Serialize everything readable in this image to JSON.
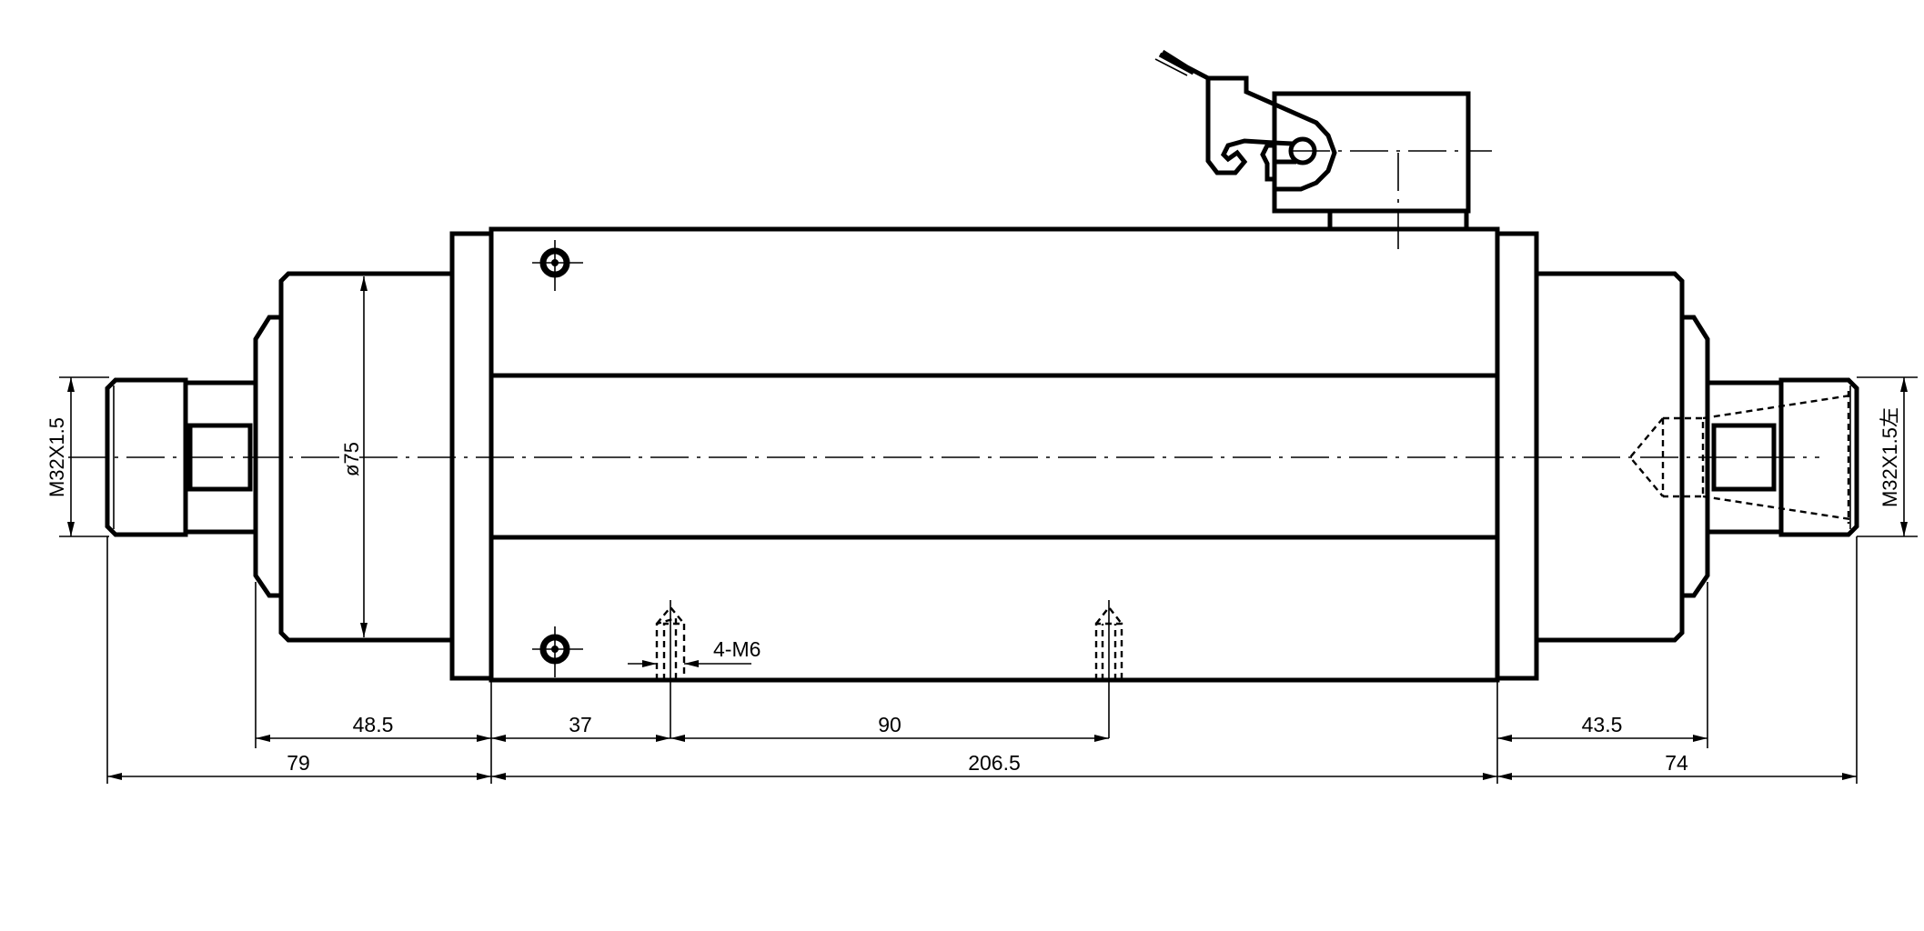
{
  "drawing": {
    "thread_left": "M32X1.5",
    "thread_right": "M32X1.5左",
    "diameter": "ø75",
    "holes_note": "4-M6",
    "dims": {
      "d48_5": "48.5",
      "d37": "37",
      "d90": "90",
      "d43_5": "43.5",
      "d79": "79",
      "d206_5": "206.5",
      "d74": "74"
    }
  }
}
